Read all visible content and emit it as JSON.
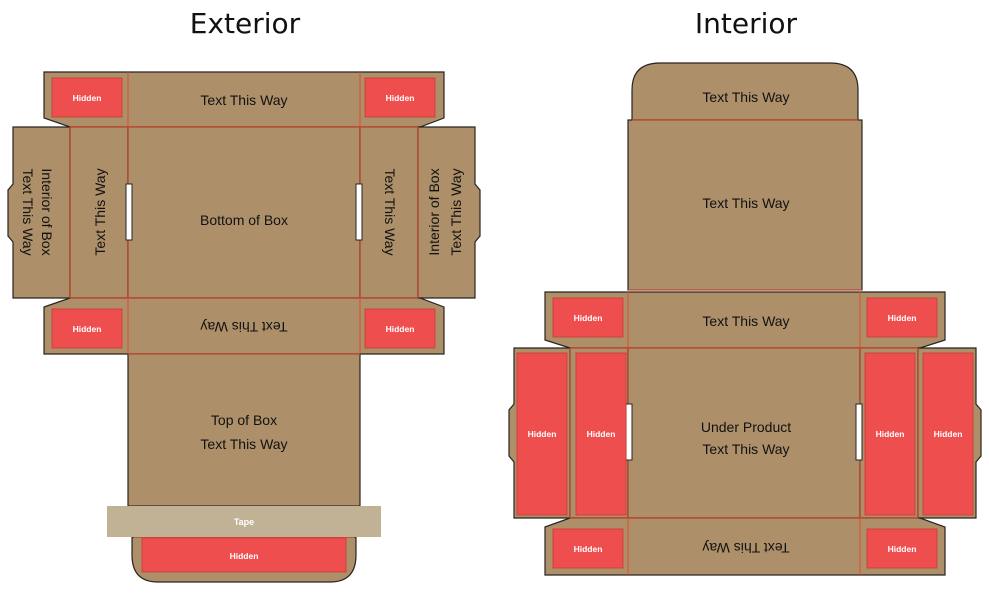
{
  "colors": {
    "cardboard": "#ad9069",
    "hidden": "#ef4e4f",
    "tape": "#c1b295",
    "fold_line": "#e0452b",
    "outline": "#2a2420"
  },
  "exterior": {
    "title": "Exterior",
    "top_flap_text": "Text This Way",
    "left_outer_panel_text_1": "Interior of Box",
    "left_outer_panel_text_2": "Text This Way",
    "left_inner_panel_text": "Text This Way",
    "center_panel_text": "Bottom of Box",
    "right_inner_panel_text": "Text This Way",
    "right_outer_panel_text_1": "Interior of Box",
    "right_outer_panel_text_2": "Text This Way",
    "lower_flap_text": "Text This Way",
    "lid_text_1": "Top of Box",
    "lid_text_2": "Text This Way",
    "tape_label": "Tape",
    "hidden_label": "Hidden"
  },
  "interior": {
    "title": "Interior",
    "top_tab_text": "Text This Way",
    "lid_panel_text": "Text This Way",
    "upper_flap_text": "Text This Way",
    "center_text_1": "Under Product",
    "center_text_2": "Text This Way",
    "lower_flap_text": "Text This Way",
    "hidden_label": "Hidden"
  }
}
